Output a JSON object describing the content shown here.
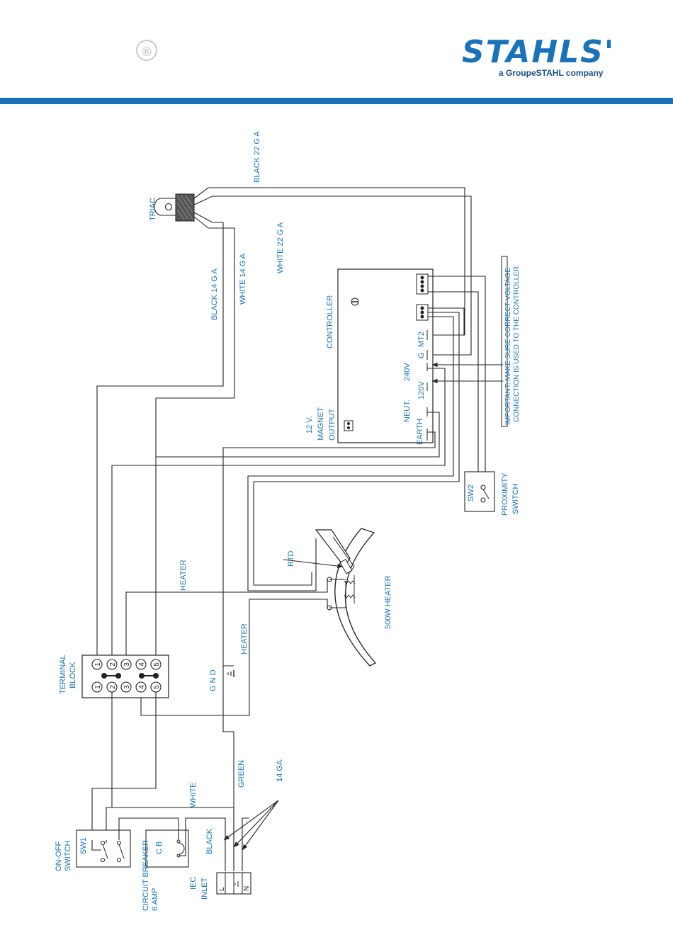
{
  "brand": {
    "registered_mark": "®",
    "logo_word": "STAHLS'",
    "logo_tagline": "a GroupeSTAHL company",
    "accent_color": "#1a72b8"
  },
  "labels": {
    "black_22": "BLACK 22 G A",
    "triac": "TRIAC",
    "white_22": "WHITE 22 G A",
    "white_14": "WHITE 14 G A",
    "black_14": "BLACK 14 G A",
    "controller": "CONTROLLER",
    "mt2": "MT2",
    "g": "G",
    "v240": "240V",
    "v120": "120V",
    "neut": "NEUT.",
    "earth": "EARTH",
    "magnet_1": "12 V.",
    "magnet_2": "MAGNET",
    "magnet_3": "OUTPUT",
    "important_1": "IMPORTANT: MAKE SURE CORRECT VOLTAGE",
    "important_2": "CONNECTION IS USED TO THE CONTROLLER.",
    "sw2": "SW2",
    "proximity_1": "PROXIMITY",
    "proximity_2": "SWITCH",
    "rtd": "RTD",
    "heater_500": "500W HEATER",
    "heater_a": "HEATER",
    "heater_b": "HEATER",
    "terminal_1": "TERMINAL",
    "terminal_2": "BLOCK",
    "gnd": "G N D",
    "green": "GREEN",
    "white": "WHITE",
    "black": "BLACK",
    "ga14": "14 GA.",
    "onoff_1": "ON-OFF",
    "onoff_2": "SWITCH",
    "sw1": "SW1",
    "cb": "C B",
    "breaker_1": "CIRCUIT BREAKER",
    "breaker_2": "6 AMP",
    "iec_1": "IEC",
    "iec_2": "INLET",
    "pin_l": "L",
    "pin_n": "N",
    "terminal_numbers": [
      "1",
      "2",
      "3",
      "4",
      "5"
    ]
  }
}
